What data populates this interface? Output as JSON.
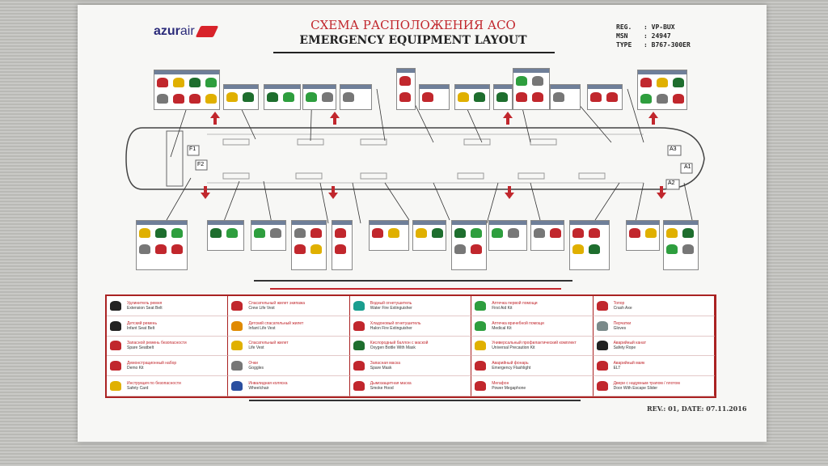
{
  "header": {
    "logo_bold": "azur",
    "logo_light": "air",
    "title_ru": "СХЕМА РАСПОЛОЖЕНИЯ АСО",
    "title_en": "EMERGENCY EQUIPMENT LAYOUT",
    "reg_label": "REG.",
    "reg_value": ": VP-BUX",
    "msn_label": "MSN",
    "msn_value": ": 24947",
    "type_label": "TYPE",
    "type_value": ": B767-300ER"
  },
  "doors": {
    "f1": "F1",
    "f2": "F2",
    "a1": "A1",
    "a2": "A2",
    "a3": "A3"
  },
  "legend": [
    {
      "ru": "Удлинитель ремня",
      "en": "Extension Seat Belt",
      "icon": "extension-belt-icon",
      "color": "#222"
    },
    {
      "ru": "Детский ремень",
      "en": "Infant Seat Belt",
      "icon": "infant-belt-icon",
      "color": "#222"
    },
    {
      "ru": "Запасной ремень безопасности",
      "en": "Spare Seatbelt",
      "icon": "spare-seatbelt-icon",
      "color": "#c1272d"
    },
    {
      "ru": "Демонстрационный набор",
      "en": "Demo Kit",
      "icon": "demo-kit-icon",
      "color": "#c1272d"
    },
    {
      "ru": "Инструкция по безопасности",
      "en": "Safety Card",
      "icon": "safety-card-icon",
      "color": "#e0b000"
    },
    {
      "ru": "Спасательный жилет экипажа",
      "en": "Crew Life Vest",
      "icon": "crew-vest-icon",
      "color": "#c1272d"
    },
    {
      "ru": "Детский спасательный жилет",
      "en": "Infant Life Vest",
      "icon": "infant-vest-icon",
      "color": "#e08a00"
    },
    {
      "ru": "Спасательный жилет",
      "en": "Life Vest",
      "icon": "life-vest-icon",
      "color": "#e0b000"
    },
    {
      "ru": "Очки",
      "en": "Goggles",
      "icon": "goggles-icon",
      "color": "#777"
    },
    {
      "ru": "Инвалидная коляска",
      "en": "Wheelchair",
      "icon": "wheelchair-icon",
      "color": "#2b4fa0"
    },
    {
      "ru": "Водный огнетушитель",
      "en": "Water Fire Extinguisher",
      "icon": "water-extinguisher-icon",
      "color": "#1a9e8f"
    },
    {
      "ru": "Хладоновый огнетушитель",
      "en": "Halon Fire Extinguisher",
      "icon": "halon-extinguisher-icon",
      "color": "#c1272d"
    },
    {
      "ru": "Кислородный баллон с маской",
      "en": "Oxygen Bottle With Mask",
      "icon": "oxygen-bottle-icon",
      "color": "#1e6e2e"
    },
    {
      "ru": "Запасная маска",
      "en": "Spare Mask",
      "icon": "spare-mask-icon",
      "color": "#c1272d"
    },
    {
      "ru": "Дымозащитная маска",
      "en": "Smoke Hood",
      "icon": "smoke-hood-icon",
      "color": "#c1272d"
    },
    {
      "ru": "Аптечка первой помощи",
      "en": "First Aid Kit",
      "icon": "first-aid-icon",
      "color": "#2e9e3e"
    },
    {
      "ru": "Аптечка врачебной помощи",
      "en": "Medical Kit",
      "icon": "medical-kit-icon",
      "color": "#2e9e3e"
    },
    {
      "ru": "Универсальный профилактический комплект",
      "en": "Universal Precaution Kit",
      "icon": "precaution-kit-icon",
      "color": "#e0b000"
    },
    {
      "ru": "Аварийный фонарь",
      "en": "Emergency Flashlight",
      "icon": "flashlight-icon",
      "color": "#c1272d"
    },
    {
      "ru": "Мегафон",
      "en": "Power Megaphone",
      "icon": "megaphone-icon",
      "color": "#c1272d"
    },
    {
      "ru": "Топор",
      "en": "Crash Axe",
      "icon": "crash-axe-icon",
      "color": "#c1272d"
    },
    {
      "ru": "Перчатки",
      "en": "Gloves",
      "icon": "gloves-icon",
      "color": "#7a8a8a"
    },
    {
      "ru": "Аварийный канат",
      "en": "Safety Rope",
      "icon": "safety-rope-icon",
      "color": "#222"
    },
    {
      "ru": "Аварийный маяк",
      "en": "ELT",
      "icon": "elt-icon",
      "color": "#c1272d"
    },
    {
      "ru": "Двери с надувным трапом / плотом",
      "en": "Door With Escape Slider",
      "icon": "door-slider-icon",
      "color": "#c1272d"
    }
  ],
  "footer": {
    "revision": "REV.: 01, DATE: 07.11.2016"
  },
  "palette": {
    "accent_red": "#c1272d",
    "navy": "#2b2b7a",
    "station_header": "#6f7f99"
  }
}
